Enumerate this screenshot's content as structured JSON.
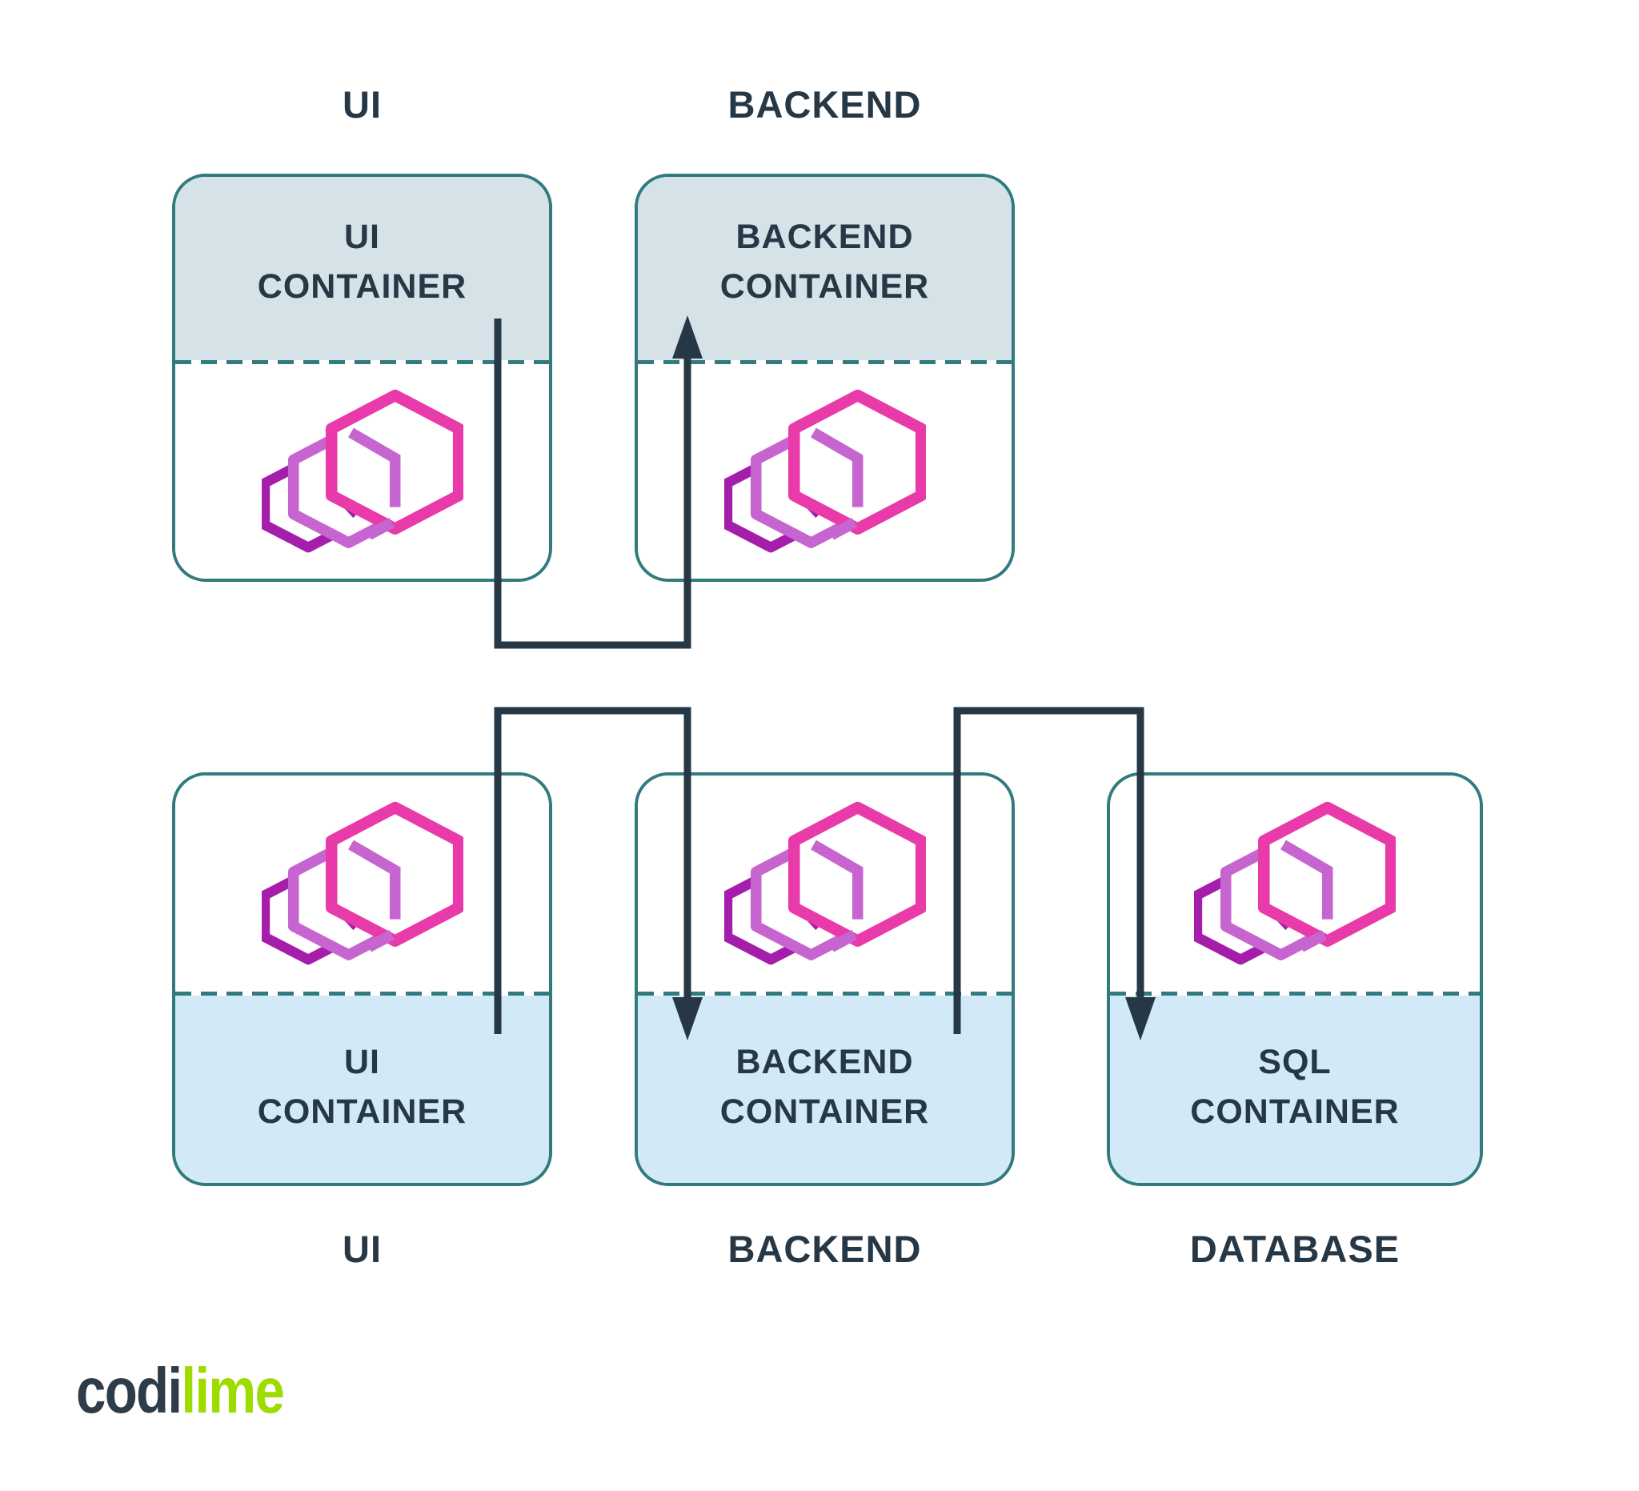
{
  "top_row": {
    "columns": [
      {
        "id": "ui",
        "title": "UI",
        "line1": "UI",
        "line2": "CONTAINER"
      },
      {
        "id": "backend",
        "title": "BACKEND",
        "line1": "BACKEND",
        "line2": "CONTAINER"
      }
    ]
  },
  "bottom_row": {
    "columns": [
      {
        "id": "ui",
        "title": "UI",
        "line1": "UI",
        "line2": "CONTAINER"
      },
      {
        "id": "backend",
        "title": "BACKEND",
        "line1": "BACKEND",
        "line2": "CONTAINER"
      },
      {
        "id": "database",
        "title": "DATABASE",
        "line1": "SQL",
        "line2": "CONTAINER"
      }
    ]
  },
  "connections": [
    {
      "from": "top-ui-container",
      "to": "top-backend-container",
      "arrowhead": "into backend header"
    },
    {
      "from": "bottom-ui-container",
      "to": "bottom-backend-container",
      "arrowhead": "into backend footer"
    },
    {
      "from": "bottom-backend-container",
      "to": "bottom-sql-container",
      "arrowhead": "into sql footer"
    }
  ],
  "icons": {
    "container_icon": "stacked-hexagon-container-boxes"
  },
  "logo": {
    "part1": "codi",
    "part2": "lime"
  },
  "colors": {
    "navy": "#263746",
    "teal": "#317b7e",
    "header_fill": "#d5e3e8",
    "footer_fill": "#d2eaf8",
    "pink": "#e93aa9",
    "orchid": "#c765d0",
    "purple": "#a51dab",
    "lime": "#9edc00",
    "logo_dark": "#2e3c49",
    "background": "#ffffff"
  }
}
